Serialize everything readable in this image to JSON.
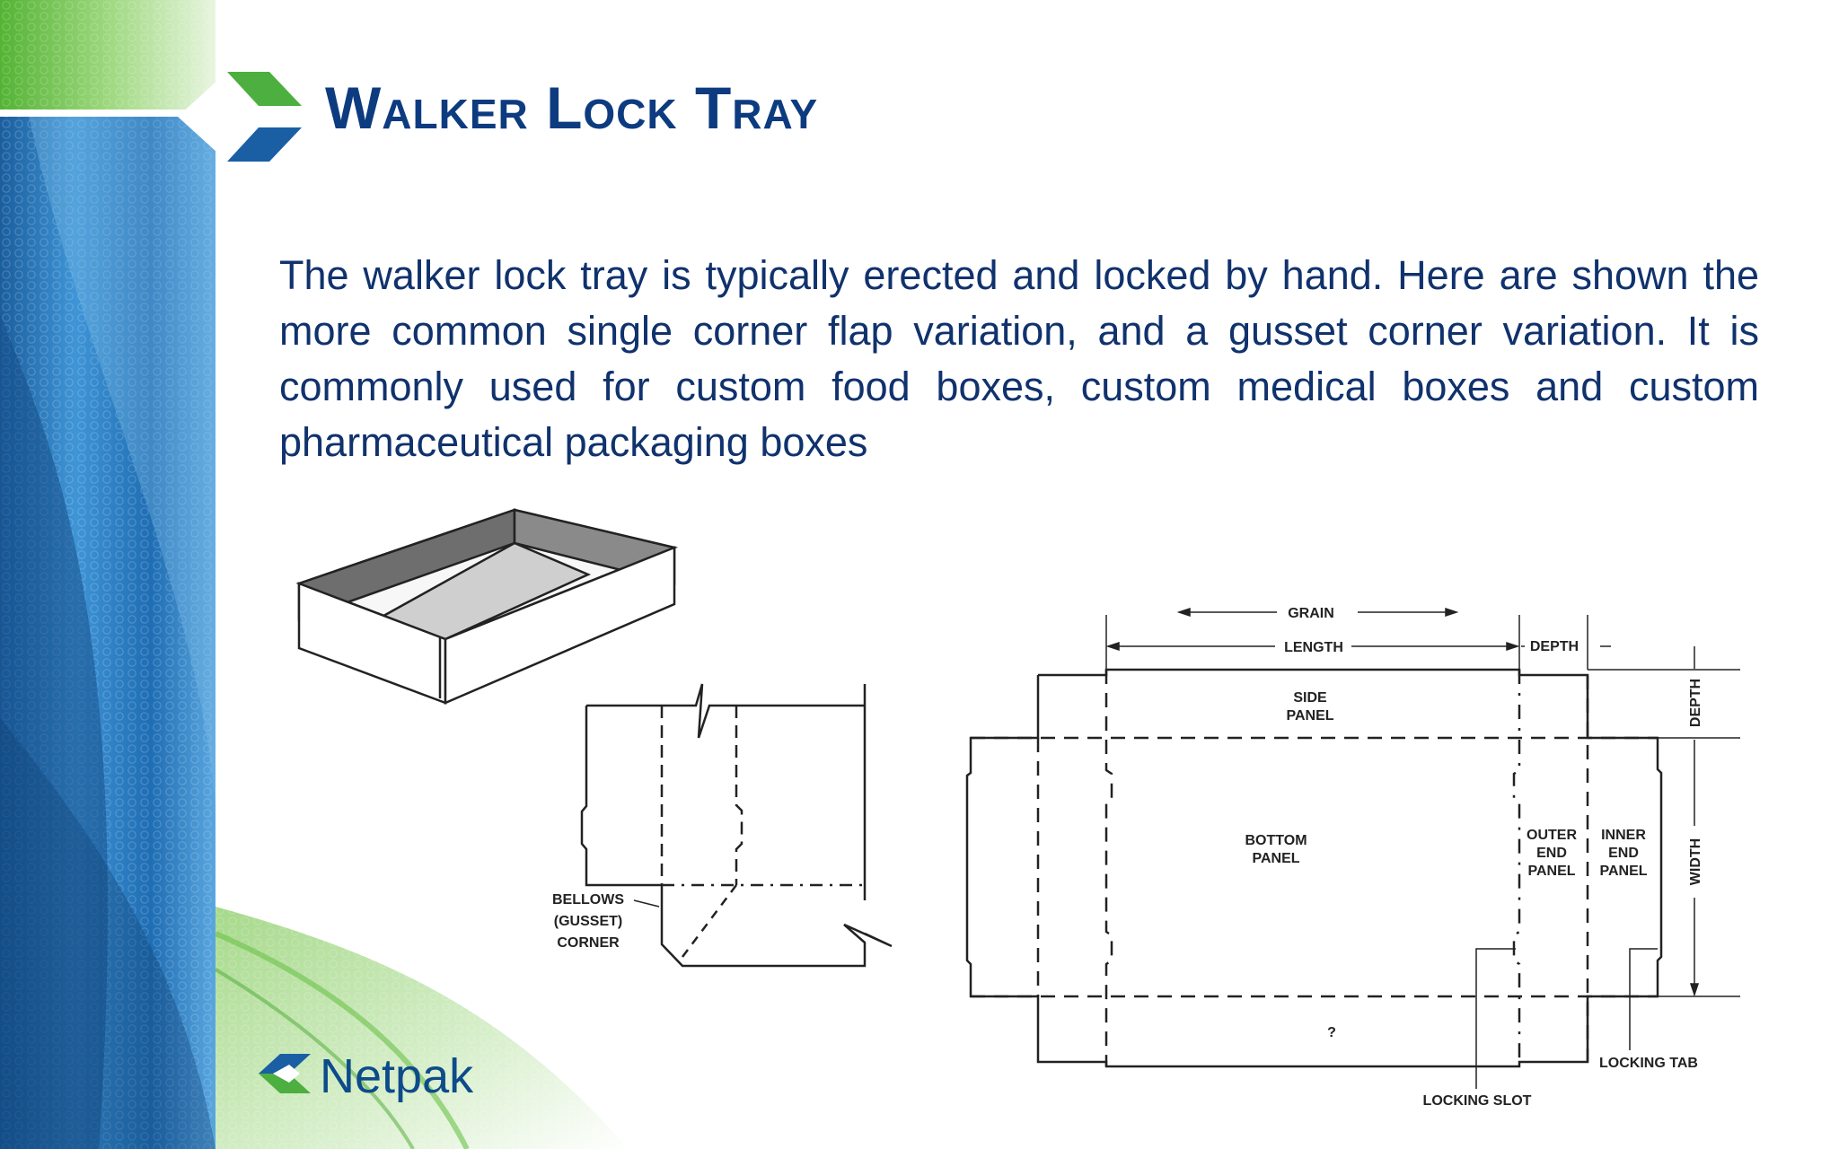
{
  "slide": {
    "title": "Walker Lock Tray",
    "body": "The walker lock tray is typically erected and locked by hand. Here are shown the more common single corner flap variation, and a gusset corner variation. It is commonly used for custom food boxes, custom medical boxes and custom pharmaceutical packaging boxes"
  },
  "diagram": {
    "labels": {
      "grain": "GRAIN",
      "length": "LENGTH",
      "depth_top": "DEPTH",
      "side_panel": [
        "SIDE",
        "PANEL"
      ],
      "bottom_panel": [
        "BOTTOM",
        "PANEL"
      ],
      "outer_end_panel": [
        "OUTER",
        "END",
        "PANEL"
      ],
      "inner_end_panel": [
        "INNER",
        "END",
        "PANEL"
      ],
      "depth_right": "DEPTH",
      "width": "WIDTH",
      "locking_tab": "LOCKING TAB",
      "locking_slot": "LOCKING SLOT",
      "bellows": [
        "BELLOWS",
        "(GUSSET)",
        "CORNER"
      ],
      "question_mark": "?"
    }
  },
  "logo": {
    "name": "Netpak"
  },
  "colors": {
    "title": "#0d3b80",
    "body_text": "#10326d",
    "brand_blue": "#1e6fc0",
    "brand_green": "#5cbf3c"
  }
}
